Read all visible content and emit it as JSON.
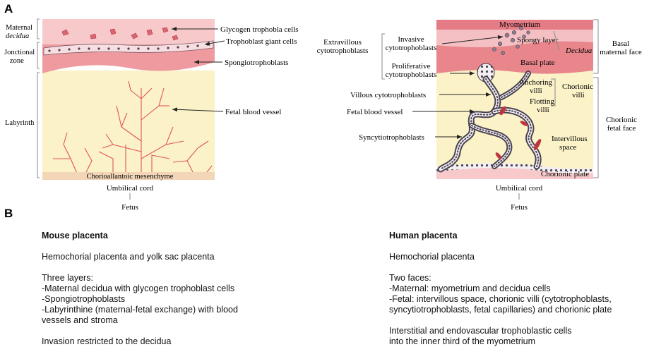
{
  "panel_labels": {
    "a": "A",
    "b": "B"
  },
  "mouse": {
    "left_labels": {
      "maternal": "Maternal",
      "decidua": "decidua",
      "jonctional_1": "Jonctional",
      "jonctional_2": "zone",
      "labyrinth": "Labyrinth"
    },
    "callouts": {
      "glycogen": "Glycogen trophobla cells",
      "giant": "Trophoblast giant cells",
      "spongio": "Spongiotrophoblasts",
      "fetal_vessel": "Fetal blood vessel"
    },
    "mesenchyme": "Chorioallantoic mesenchyme",
    "umbilical": "Umbilical cord",
    "fetus": "Fetus"
  },
  "human": {
    "callouts_left": {
      "evt_1": "Extravillous",
      "evt_2": "cytotrophoblasts",
      "invasive_1": "Invasive",
      "invasive_2": "cytotrophoblasts",
      "prolif_1": "Proliferative",
      "prolif_2": "cytotrophoblasts",
      "villous": "Villous cytotrophoblasts",
      "fetal_vessel": "Fetal blood vessel",
      "syncytio": "Syncytiotrophoblasts"
    },
    "inside": {
      "myometrium": "Myometrium",
      "spongy": "Spongy layer",
      "decidua": "Decidua",
      "basal_plate": "Basal plate",
      "anchoring_1": "Anchoring",
      "anchoring_2": "villi",
      "flotting_1": "Flotting",
      "flotting_2": "villi",
      "intervillous_1": "Intervillous",
      "intervillous_2": "space",
      "chorionic_plate": "Chorionic plate"
    },
    "right_labels": {
      "basal_1": "Basal",
      "basal_2": "maternal face",
      "chorionic_villi_1": "Chorionic",
      "chorionic_villi_2": "villi",
      "chorionic_face_1": "Chorionic",
      "chorionic_face_2": "fetal face"
    },
    "umbilical": "Umbilical cord",
    "fetus": "Fetus"
  },
  "panel_b": {
    "mouse": {
      "title": "Mouse placenta",
      "type": "Hemochorial placenta and yolk sac placenta",
      "layers_head": "Three layers:",
      "layer_1": "-Maternal decidua with glycogen trophoblast cells",
      "layer_2": "-Spongiotrophoblasts",
      "layer_3a": "-Labyrinthine (maternal-fetal exchange) with blood",
      "layer_3b": "vessels and stroma",
      "invasion": "Invasion restricted to the decidua"
    },
    "human": {
      "title": "Human placenta",
      "type": "Hemochorial placenta",
      "faces_head": "Two faces:",
      "face_1": "-Maternal: myometrium and decidua cells",
      "face_2a": "-Fetal: intervillous space, chorionic villi (cytotrophoblasts,",
      "face_2b": "syncytiotrophoblasts, fetal capillaries) and chorionic plate",
      "invasion_a": "Interstitial and endovascular trophoblastic cells",
      "invasion_b": "into the inner third of the myometrium"
    }
  },
  "colors": {
    "decidua": "#f7c9cb",
    "junctional": "#ee9a9f",
    "labyrinth": "#fbf2c8",
    "vessel": "#e0565c",
    "myometrium": "#e57c85",
    "basal_plate": "#e8868c",
    "villus_outline": "#4a4352"
  }
}
